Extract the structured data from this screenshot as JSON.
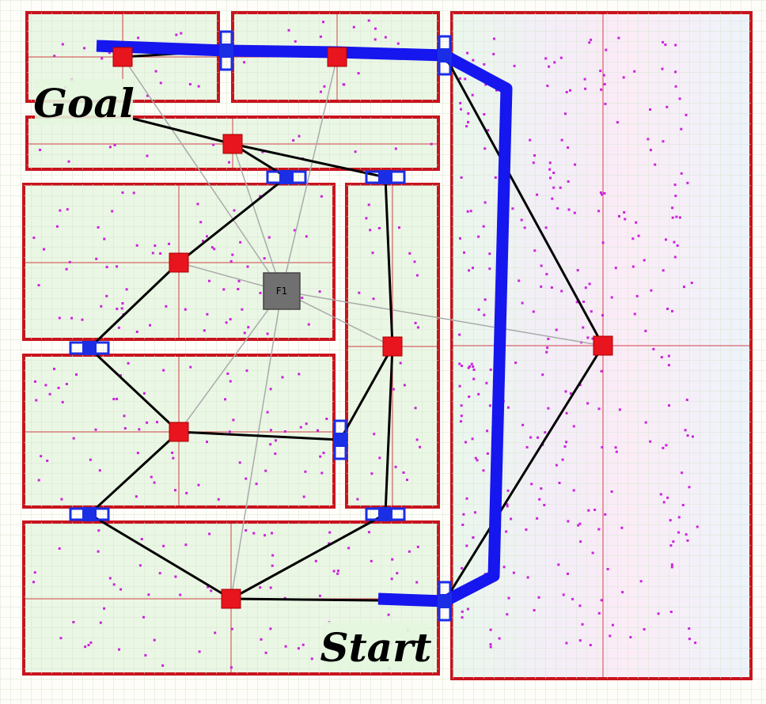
{
  "labels": {
    "goal": "Goal",
    "start": "Start",
    "floor_node": "F1"
  },
  "colors": {
    "room_border": "#c8141e",
    "room_fill": "#e8f6e2",
    "grid_line": "#c9dcc4",
    "room_node": "#e8141e",
    "door_node": "#1a2ee6",
    "graph_edge": "#000000",
    "floor_edge": "#aaaaaa",
    "floor_node": "#707070",
    "path": "#1616ee",
    "agent_dot": "#cc22dd"
  },
  "icons": {
    "room_node": "red-square-node",
    "door_node": "blue-door-node",
    "floor_node": "gray-floor-node"
  }
}
